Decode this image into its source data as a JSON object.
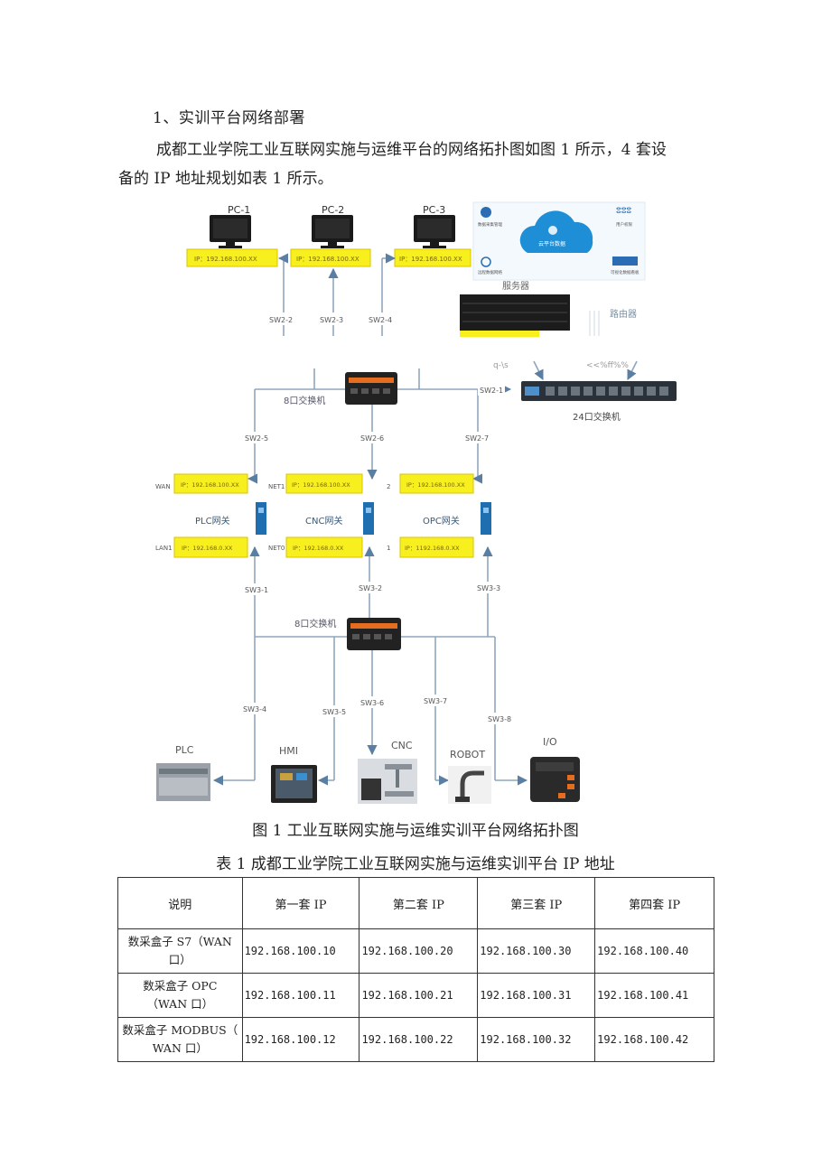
{
  "section": {
    "heading": "1、实训平台网络部署",
    "para_line1": "成都工业学院工业互联网实施与运维平台的网络拓扑图如图 1 所示，4 套设",
    "para_line2": "备的 IP 地址规划如表 1 所示。"
  },
  "diagram": {
    "pcs": [
      {
        "name": "PC-1",
        "ip": "IP：192.168.100.XX"
      },
      {
        "name": "PC-2",
        "ip": "IP：192.168.100.XX"
      },
      {
        "name": "PC-3",
        "ip": "IP：192.168.100.XX"
      }
    ],
    "pc_links": [
      "SW2-2",
      "SW2-3",
      "SW2-4"
    ],
    "cloud": {
      "label": "云平台数据",
      "corner_tl": "数据采集管理",
      "corner_tr": "用户权限",
      "corner_bl": "远程数据网络",
      "corner_br": "可视化数据看板"
    },
    "server_label": "服务器",
    "router_label": "路由器",
    "garbled_left": "q-\\s",
    "garbled_right": "<<%ff%%",
    "switch8_top_label": "8口交换机",
    "switch24_label": "24口交换机",
    "link_to_24": "SW2-1",
    "mid_links": [
      "SW2-5",
      "SW2-6",
      "SW2-7"
    ],
    "gateways": [
      {
        "name": "PLC网关",
        "top_port": "WAN",
        "top_ip": "IP：192.168.100.XX",
        "bottom_port": "LAN1",
        "bottom_ip": "IP：192.168.0.XX"
      },
      {
        "name": "CNC网关",
        "top_port": "NET1",
        "top_ip": "IP：192.168.100.XX",
        "bottom_port": "NET0",
        "bottom_ip": "IP：192.168.0.XX"
      },
      {
        "name": "OPC网关",
        "top_port": "2",
        "top_ip": "IP：192.168.100.XX",
        "bottom_port": "1",
        "bottom_ip": "IP：1192.168.0.XX"
      }
    ],
    "lower_links": [
      "SW3-1",
      "SW3-2",
      "SW3-3"
    ],
    "switch8_bottom_label": "8口交换机",
    "device_links": [
      "SW3-4",
      "SW3-5",
      "SW3-6",
      "SW3-7",
      "SW3-8"
    ],
    "devices": [
      "PLC",
      "HMI",
      "CNC",
      "ROBOT",
      "I/O"
    ]
  },
  "figure_caption": "图 1 工业互联网实施与运维实训平台网络拓扑图",
  "table_caption": "表 1 成都工业学院工业互联网实施与运维实训平台 IP 地址",
  "table": {
    "headers": [
      "说明",
      "第一套 IP",
      "第二套 IP",
      "第三套 IP",
      "第四套 IP"
    ],
    "rows": [
      {
        "desc_line1": "数采盒子 S7（WAN",
        "desc_line2": "口）",
        "values": [
          "192.168.100.10",
          "192.168.100.20",
          "192.168.100.30",
          "192.168.100.40"
        ]
      },
      {
        "desc_line1": "数采盒子 OPC",
        "desc_line2": "（WAN 口）",
        "values": [
          "192.168.100.11",
          "192.168.100.21",
          "192.168.100.31",
          "192.168.100.41"
        ]
      },
      {
        "desc_line1": "数采盒子 MODBUS（",
        "desc_line2": "WAN 口）",
        "values": [
          "192.168.100.12",
          "192.168.100.22",
          "192.168.100.32",
          "192.168.100.42"
        ]
      }
    ]
  },
  "colors": {
    "ip_box": "#f7ef1e",
    "ip_box_border": "#d9c400",
    "link_line": "#8fa6bf",
    "arrow": "#5b7fa3",
    "gateway_blue": "#1f6fb0",
    "switch_orange": "#e46d1f"
  }
}
